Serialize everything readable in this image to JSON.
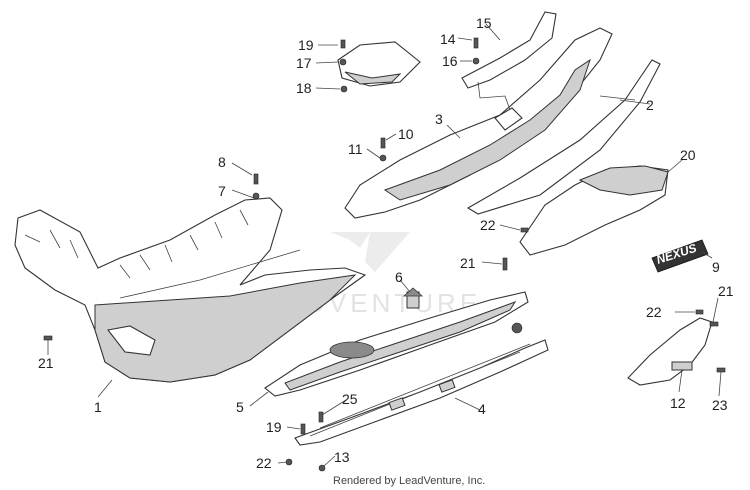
{
  "watermark": "LEADVENTURE",
  "credit": "Rendered by LeadVenture, Inc.",
  "badge_text": "NEXUS",
  "callouts": [
    {
      "id": "1",
      "text": "1"
    },
    {
      "id": "2",
      "text": "2"
    },
    {
      "id": "3",
      "text": "3"
    },
    {
      "id": "4",
      "text": "4"
    },
    {
      "id": "5",
      "text": "5"
    },
    {
      "id": "6",
      "text": "6"
    },
    {
      "id": "7",
      "text": "7"
    },
    {
      "id": "8",
      "text": "8"
    },
    {
      "id": "9",
      "text": "9"
    },
    {
      "id": "10",
      "text": "10"
    },
    {
      "id": "11",
      "text": "11"
    },
    {
      "id": "12",
      "text": "12"
    },
    {
      "id": "13",
      "text": "13"
    },
    {
      "id": "14",
      "text": "14"
    },
    {
      "id": "15",
      "text": "15"
    },
    {
      "id": "16",
      "text": "16"
    },
    {
      "id": "17",
      "text": "17"
    },
    {
      "id": "18",
      "text": "18"
    },
    {
      "id": "19a",
      "text": "19"
    },
    {
      "id": "19b",
      "text": "19"
    },
    {
      "id": "20",
      "text": "20"
    },
    {
      "id": "21a",
      "text": "21"
    },
    {
      "id": "21b",
      "text": "21"
    },
    {
      "id": "21c",
      "text": "21"
    },
    {
      "id": "22a",
      "text": "22"
    },
    {
      "id": "22b",
      "text": "22"
    },
    {
      "id": "22c",
      "text": "22"
    },
    {
      "id": "23",
      "text": "23"
    },
    {
      "id": "25",
      "text": "25"
    }
  ]
}
